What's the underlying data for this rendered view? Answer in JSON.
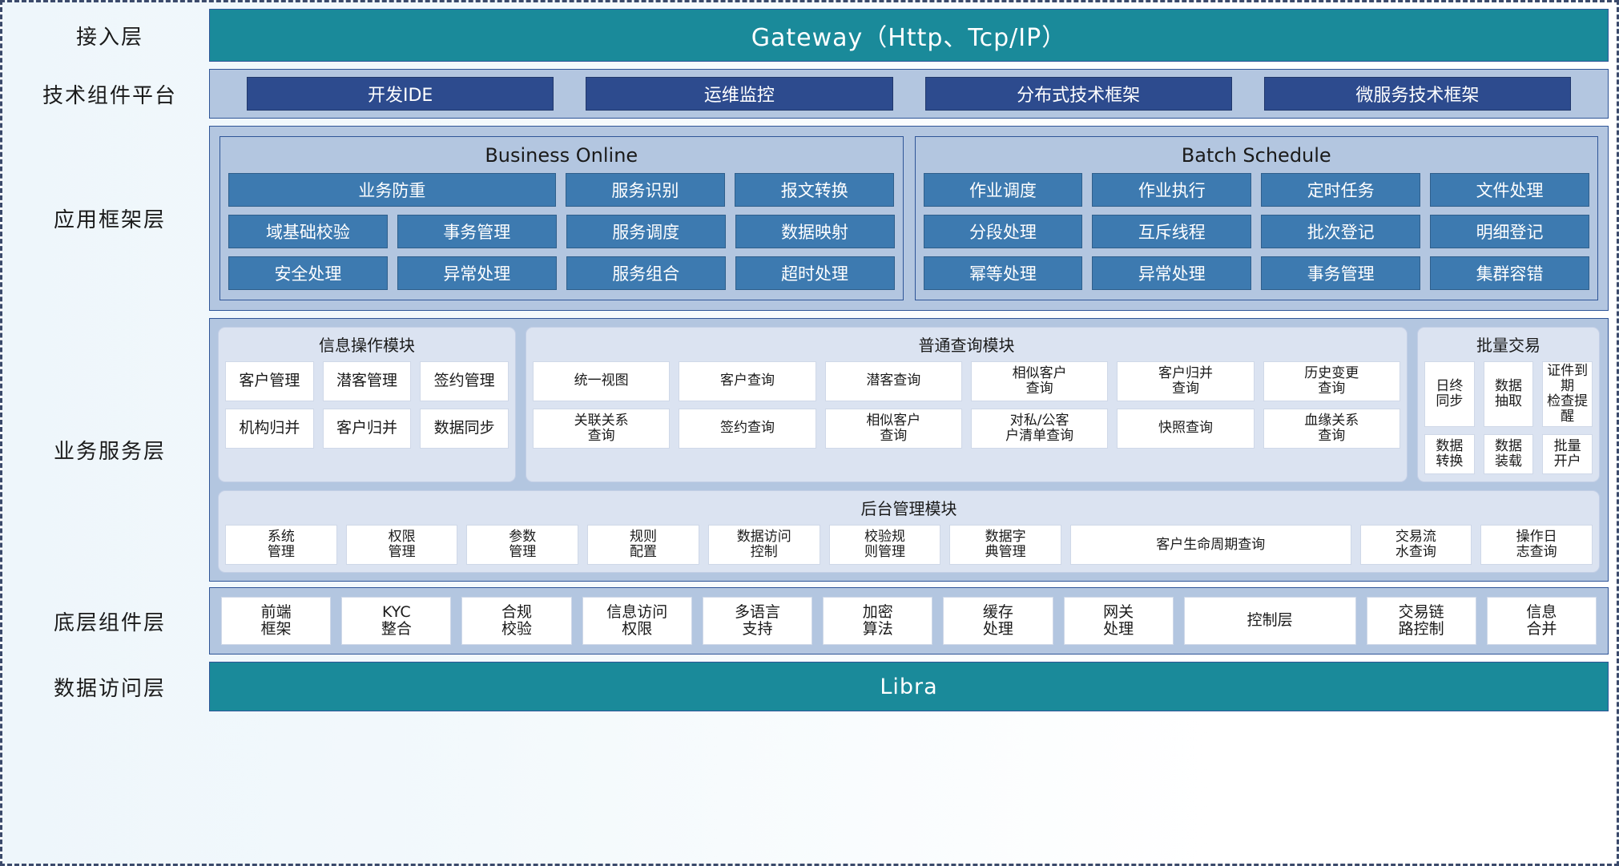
{
  "layers": {
    "access": {
      "label": "接入层",
      "bar": "Gateway（Http、Tcp/IP）"
    },
    "tech": {
      "label": "技术组件平台",
      "chips": [
        "开发IDE",
        "运维监控",
        "分布式技术框架",
        "微服务技术框架"
      ]
    },
    "app": {
      "label": "应用框架层",
      "panels": [
        {
          "title": "Business Online",
          "rows": [
            [
              {
                "text": "业务防重",
                "span": 2
              },
              {
                "text": "服务识别",
                "span": 1
              },
              {
                "text": "报文转换",
                "span": 1
              }
            ],
            [
              {
                "text": "域基础校验",
                "span": 1
              },
              {
                "text": "事务管理",
                "span": 1
              },
              {
                "text": "服务调度",
                "span": 1
              },
              {
                "text": "数据映射",
                "span": 1
              }
            ],
            [
              {
                "text": "安全处理",
                "span": 1
              },
              {
                "text": "异常处理",
                "span": 1
              },
              {
                "text": "服务组合",
                "span": 1
              },
              {
                "text": "超时处理",
                "span": 1
              }
            ]
          ]
        },
        {
          "title": "Batch Schedule",
          "rows": [
            [
              {
                "text": "作业调度",
                "span": 1
              },
              {
                "text": "作业执行",
                "span": 1
              },
              {
                "text": "定时任务",
                "span": 1
              },
              {
                "text": "文件处理",
                "span": 1
              }
            ],
            [
              {
                "text": "分段处理",
                "span": 1
              },
              {
                "text": "互斥线程",
                "span": 1
              },
              {
                "text": "批次登记",
                "span": 1
              },
              {
                "text": "明细登记",
                "span": 1
              }
            ],
            [
              {
                "text": "幂等处理",
                "span": 1
              },
              {
                "text": "异常处理",
                "span": 1
              },
              {
                "text": "事务管理",
                "span": 1
              },
              {
                "text": "集群容错",
                "span": 1
              }
            ]
          ]
        }
      ]
    },
    "biz": {
      "label": "业务服务层",
      "info_module": {
        "title": "信息操作模块",
        "rows": [
          [
            "客户管理",
            "潜客管理",
            "签约管理"
          ],
          [
            "机构归并",
            "客户归并",
            "数据同步"
          ]
        ]
      },
      "query_module": {
        "title": "普通查询模块",
        "rows": [
          [
            "统一视图",
            "客户查询",
            "潜客查询",
            "相似客户\n查询",
            "客户归并\n查询",
            "历史变更\n查询"
          ],
          [
            "关联关系\n查询",
            "签约查询",
            "相似客户\n查询",
            "对私/公客\n户清单查询",
            "快照查询",
            "血缘关系\n查询"
          ]
        ]
      },
      "batch_module": {
        "title": "批量交易",
        "rows": [
          [
            "日终\n同步",
            "数据\n抽取",
            "证件到期\n检查提醒"
          ],
          [
            "数据\n转换",
            "数据\n装载",
            "批量\n开户"
          ]
        ]
      },
      "admin_module": {
        "title": "后台管理模块",
        "rows": [
          [
            "系统\n管理",
            "权限\n管理",
            "参数\n管理",
            "规则\n配置",
            "数据访问\n控制",
            "校验规\n则管理",
            "数据字\n典管理",
            "客户生命周期查询",
            "交易流\n水查询",
            "操作日\n志查询"
          ]
        ]
      }
    },
    "components": {
      "label": "底层组件层",
      "chips": [
        "前端\n框架",
        "KYC\n整合",
        "合规\n校验",
        "信息访问\n权限",
        "多语言\n支持",
        "加密\n算法",
        "缓存\n处理",
        "网关\n处理",
        "控制层",
        "交易链\n路控制",
        "信息\n合并"
      ]
    },
    "data_access": {
      "label": "数据访问层",
      "bar": "Libra"
    }
  },
  "colors": {
    "teal": "#1a8a9a",
    "deep_blue": "#2d4b8e",
    "chip_blue": "#3d7ab0",
    "band_light": "#b3c6e0",
    "panel_light": "#dbe3f1",
    "border_blue": "#2f5597",
    "page_bg": "#eef6fb"
  }
}
